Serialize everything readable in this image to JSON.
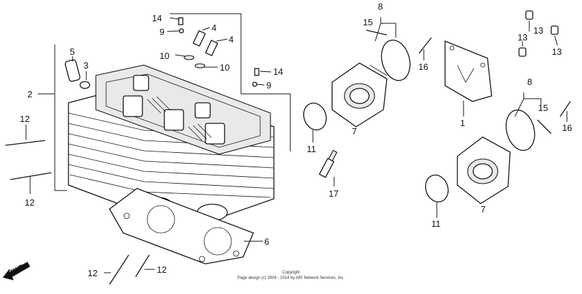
{
  "callouts": {
    "c1": "1",
    "c2": "2",
    "c3": "3",
    "c4a": "4",
    "c4b": "4",
    "c5": "5",
    "c6": "6",
    "c7a": "7",
    "c7b": "7",
    "c8a": "8",
    "c8b": "8",
    "c9a": "9",
    "c9b": "9",
    "c10a": "10",
    "c10b": "10",
    "c11a": "11",
    "c11b": "11",
    "c12a": "12",
    "c12b": "12",
    "c12c": "12",
    "c12d": "12",
    "c13a": "13",
    "c13b": "13",
    "c13c": "13",
    "c14a": "14",
    "c14b": "14",
    "c15a": "15",
    "c15b": "15",
    "c16a": "16",
    "c16b": "16",
    "c17": "17"
  },
  "fwd_label": "FWD",
  "copyright": {
    "line1": "Copyright",
    "line2": "Page design (c) 2004 - 2014 by ARI Network Services, Inc."
  }
}
